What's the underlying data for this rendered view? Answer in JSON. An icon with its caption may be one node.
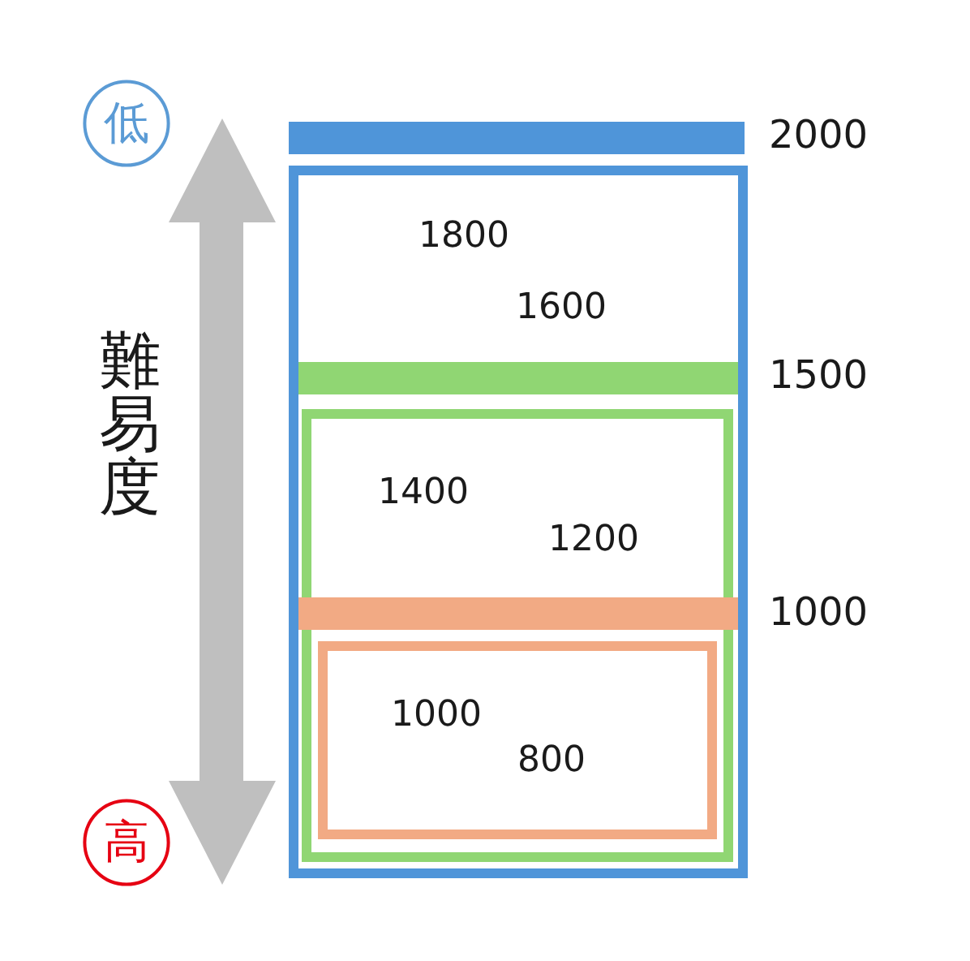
{
  "diagram": {
    "nodes": [
      {
        "text": [
          "低"
        ]
      },
      {
        "text": [],
        "shape": "bar",
        "beside": [
          "2000"
        ]
      },
      {
        "text": [
          "1800",
          "1600"
        ]
      },
      {
        "text": [],
        "shape": "bar",
        "beside": [
          "1500"
        ],
        "in": 2
      },
      {
        "text": [
          "1400",
          "1200"
        ],
        "in": 2
      },
      {
        "text": [],
        "shape": "bar",
        "beside": [
          "1000"
        ],
        "in": 4
      },
      {
        "text": [
          "1000",
          "800"
        ],
        "in": 4
      },
      {
        "text": [
          "高"
        ]
      }
    ],
    "labels": [
      "難易度"
    ]
  }
}
